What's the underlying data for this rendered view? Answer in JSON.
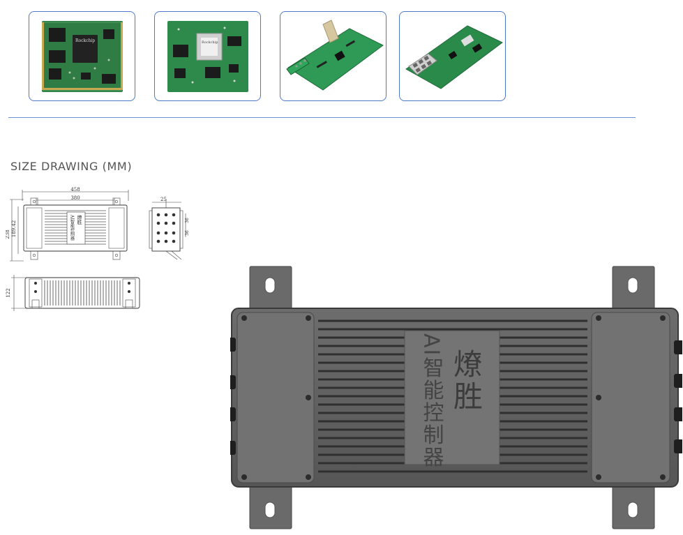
{
  "gallery": {
    "items": [
      {
        "name": "Rockchip core module board"
      },
      {
        "name": "Rockchip core module board (alt)"
      },
      {
        "name": "Carrier board with terminal block"
      },
      {
        "name": "Ethernet switch carrier board"
      }
    ]
  },
  "section": {
    "title": "SIZE DRAWING (MM)"
  },
  "drawing": {
    "top_view": {
      "width_overall": "458",
      "width_inner": "380",
      "height_overall": "238",
      "height_inner": "189.42"
    },
    "side_view": {
      "dim_a": "25",
      "dim_b": "36",
      "dim_c": "36"
    },
    "front_view": {
      "height": "122"
    },
    "label_brand": "燎胜",
    "label_product": "AI智能控制器"
  },
  "product": {
    "brand": "燎胜",
    "name": "AI智能控制器"
  },
  "chips": {
    "brand1": "Rockchip",
    "brand2": "Rockchip"
  },
  "colors": {
    "accent": "#4d78c8",
    "pcb": "#2f7d44",
    "enclosure": "#5f5f5f"
  }
}
